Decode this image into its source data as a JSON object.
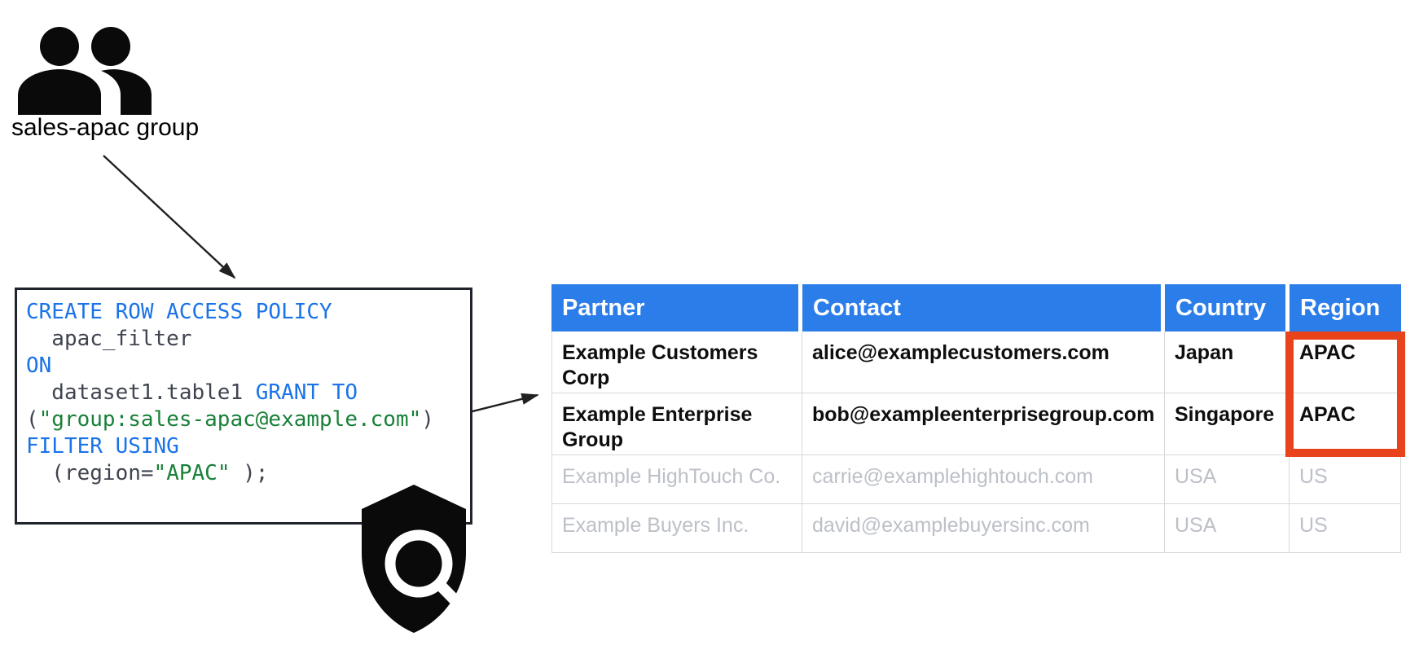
{
  "diagram": {
    "group": {
      "label": "sales-apac group",
      "icon": "group-icon"
    },
    "policy_code": {
      "lines": [
        [
          {
            "t": "CREATE ROW ACCESS POLICY",
            "c": "kw"
          }
        ],
        [
          {
            "t": "  apac_filter",
            "c": "id"
          }
        ],
        [
          {
            "t": "ON",
            "c": "kw"
          }
        ],
        [
          {
            "t": "  dataset1.table1 ",
            "c": "id"
          },
          {
            "t": "GRANT TO",
            "c": "kw"
          }
        ],
        [
          {
            "t": "(",
            "c": "id"
          },
          {
            "t": "\"group:sales-apac@example.com\"",
            "c": "str"
          },
          {
            "t": ")",
            "c": "id"
          }
        ],
        [
          {
            "t": "FILTER USING",
            "c": "kw"
          }
        ],
        [
          {
            "t": "  (region=",
            "c": "id"
          },
          {
            "t": "\"APAC\"",
            "c": "str"
          },
          {
            "t": " );",
            "c": "id"
          }
        ]
      ]
    },
    "shield": {
      "icon": "shield-search-icon"
    },
    "arrows": [
      {
        "name": "arrow-group-to-policy"
      },
      {
        "name": "arrow-policy-to-table"
      }
    ]
  },
  "table": {
    "headers": [
      "Partner",
      "Contact",
      "Country",
      "Region"
    ],
    "rows": [
      {
        "cells": [
          "Example Customers Corp",
          "alice@examplecustomers.com",
          "Japan",
          "APAC"
        ],
        "emphasis": "bold"
      },
      {
        "cells": [
          "Example Enterprise Group",
          "bob@exampleenterprisegroup.com",
          "Singapore",
          "APAC"
        ],
        "emphasis": "bold"
      },
      {
        "cells": [
          "Example HighTouch Co.",
          "carrie@examplehightouch.com",
          "USA",
          "US"
        ],
        "emphasis": "muted"
      },
      {
        "cells": [
          "Example Buyers Inc.",
          "david@examplebuyersinc.com",
          "USA",
          "US"
        ],
        "emphasis": "muted"
      }
    ],
    "highlight": {
      "column": "Region",
      "highlighted_values": [
        "APAC",
        "APAC"
      ],
      "color": "#e8431a"
    }
  },
  "colors": {
    "header_blue": "#2b7de9",
    "keyword_blue": "#1a73e8",
    "string_green": "#188038",
    "identifier_gray": "#3f4450",
    "muted_text": "#bcc0c7",
    "grid_border": "#d8d8d8",
    "highlight_red": "#e8431a",
    "icon_black": "#0a0a0a"
  }
}
